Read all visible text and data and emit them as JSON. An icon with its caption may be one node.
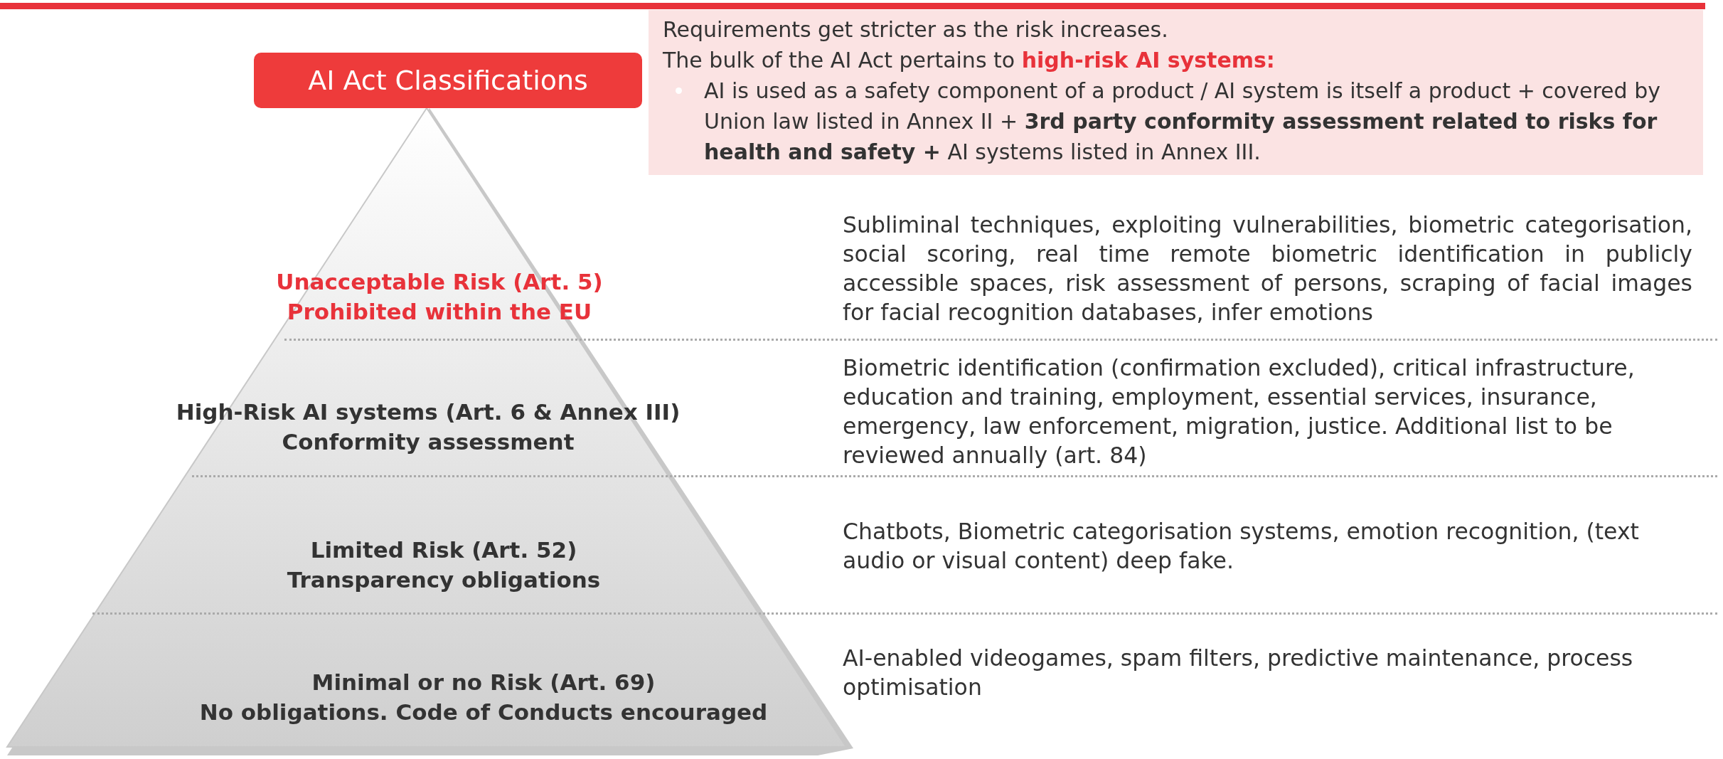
{
  "diagram": {
    "nodes": [
      {
        "text": [
          "AI Act Classifications"
        ]
      },
      {
        "text": [
          "Requirements get stricter as the risk increases.",
          "The bulk of the AI Act pertains to **high-risk AI systems:**",
          "AI is used as a safety component of a product / AI system is itself a product + covered by Union law listed in Annex II + **3rd party conformity assessment related to risks for health and safety +** AI systems listed in Annex III."
        ]
      },
      {
        "text": [
          "Unacceptable Risk (Art. 5)",
          "Prohibited within the EU"
        ]
      },
      {
        "text": [
          "High-Risk AI systems (Art. 6 & Annex III)",
          "Conformity assessment"
        ]
      },
      {
        "text": [
          "Limited Risk (Art. 52)",
          "Transparency obligations"
        ]
      },
      {
        "text": [
          "Minimal or no Risk (Art. 69)",
          "No obligations. Code of Conducts encouraged"
        ]
      }
    ],
    "labels": [
      "Subliminal techniques, exploiting vulnerabilities, biometric categorisation, social scoring, real time remote biometric identification in publicly accessible spaces, risk assessment of persons, scraping of facial images for facial recognition databases,  infer emotions",
      "Biometric identification (confirmation excluded), critical infrastructure, education and training, employment, essential services, insurance, emergency, law enforcement, migration, justice. Additional list to be reviewed annually (art. 84)",
      "Chatbots, Biometric categorisation systems, emotion recognition, (text audio or visual content) deep fake.",
      "AI-enabled videogames, spam filters, predictive maintenance, process optimisation"
    ]
  }
}
